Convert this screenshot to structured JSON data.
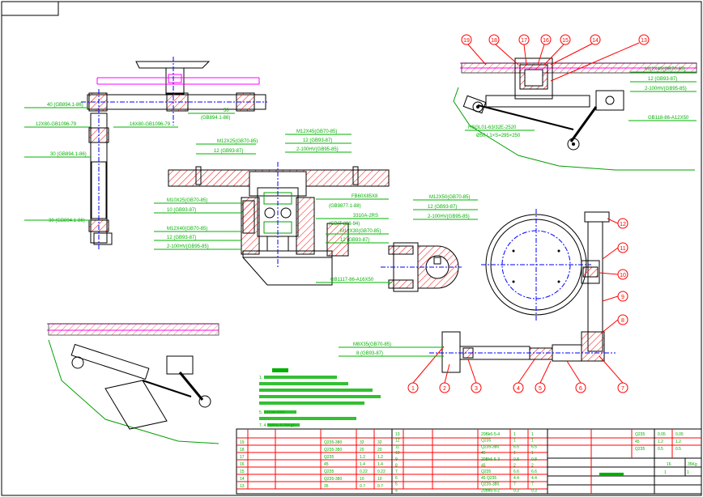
{
  "callouts": {
    "c1": "1",
    "c2": "2",
    "c3": "3",
    "c4": "4",
    "c5": "5",
    "c6": "6",
    "c7": "7",
    "c8": "8",
    "c9": "9",
    "c10": "10",
    "c11": "11",
    "c12": "12",
    "c13": "13",
    "c14": "14",
    "c15": "15",
    "c16": "16",
    "c17": "17",
    "c18": "18",
    "c19": "19"
  },
  "labels": {
    "l_left_40": "40 (GB894.1-86)",
    "l_left_12x80": "12X80-GB1096-79",
    "l_left_16x80": "16X80-GB1096-79",
    "l_left_50": "50",
    "l_left_50b": "(GB894.1-86)",
    "l_left_30a": "30 (GB894.1-86)",
    "l_left_30b": "30 (GB894.1-86)",
    "l_c_m12x25": "M12X25(GB70-85)",
    "l_c_12": "12 (GB93-87)",
    "l_c_m12x45": "M12X45(GB70-85)",
    "l_c_12b": "12 (GB93-87)",
    "l_c_200hv": "2-100HV(GB95-85)",
    "l_c_m10x25": "M10X25(GB70-85)",
    "l_c_10": "10 (GB93-87)",
    "l_c_m12x40": "M12X40(GB70-85)",
    "l_c_12c": "12 (GB93-87)",
    "l_c_200hv2": "2-100HV(GB95-85)",
    "l_c_fb": "FB60X85X8",
    "l_c_gb9877": "(GB9877.1-88)",
    "l_c_3310": "3310A-2RS",
    "l_c_gbt296": "(GB/T 296-94)",
    "l_c_m12x30": "M12X30(GB70-85)",
    "l_c_12d": "12 (GB93-87)",
    "l_c_m12x50": "M12X50(GB70-85)",
    "l_c_12e": "12 (GB93-87)",
    "l_c_200hv3": "2-100HV(GB95-85)",
    "l_c_gb1117": "GB1117-86-A16X50",
    "l_r_m12x45": "M12X45(GB70-85)",
    "l_r_12": "12 (GB93-87)",
    "l_r_200hv": "2-100HV(GB95-85)",
    "l_r_gb118": "GB118-86-A12X50",
    "l_r_hsg": "HSGL01-63/32E-2520",
    "l_r_l1": "Ø50 L1×S=295×250",
    "l_b_m8x35": "M8X35(GB70-85)",
    "l_b_8": "8 (GB93-87)"
  },
  "notes": {
    "n1": "1.",
    "n5": "5.                       3310A-2RS",
    "n7": "7.               4.7MPa,              6.75KgF."
  },
  "title_block": {
    "tb_16": "16",
    "tb_weight": "35Kg",
    "tb_one": "1",
    "tb_one_b": "1"
  },
  "table_right": [
    [
      "13",
      "",
      "20Bk6-5-4",
      "1",
      "1"
    ],
    [
      "12",
      "",
      "Q235",
      "1",
      "1"
    ],
    [
      "11",
      "",
      "Q235-380",
      "6.5",
      "6.5"
    ],
    [
      "10",
      "",
      "45",
      "1",
      "1"
    ],
    [
      "9",
      "",
      "20Bk6-5-3",
      "0.8",
      "0.8"
    ],
    [
      "8",
      "",
      "45",
      "2",
      "2"
    ],
    [
      "7",
      "",
      "Q235",
      "6.6",
      "6.6"
    ],
    [
      "6",
      "",
      "45 Q235",
      "4.4",
      "4.4"
    ],
    [
      "5",
      "",
      "Q235-380",
      "7",
      "7"
    ],
    [
      "4",
      "",
      "20Bk6-5-2",
      "0.3",
      "0.3"
    ]
  ],
  "table_left": [
    [
      "19",
      "",
      "Q235-380",
      "32",
      "32"
    ],
    [
      "18",
      "",
      "Q235-380",
      "20",
      "20"
    ],
    [
      "17",
      "",
      "Q235",
      "1.2",
      "1.2"
    ],
    [
      "16",
      "",
      "45",
      "1.4",
      "1.4"
    ],
    [
      "15",
      "",
      "Q235",
      "0.22",
      "0.22"
    ],
    [
      "14",
      "",
      "Q235-380",
      "10",
      "10"
    ],
    [
      "13",
      "",
      "35",
      "0.7",
      "0.7"
    ]
  ],
  "table_far": [
    [
      "Q235",
      "0.05",
      "0.05"
    ],
    [
      "45",
      "1.2",
      "1.2"
    ],
    [
      "Q235",
      "0.5",
      "0.5"
    ]
  ],
  "colors": {
    "outline": "#000000",
    "label": "#00c800",
    "hatch": "#ff0000",
    "center": "#ff00ff",
    "dim": "#0000ff",
    "detail": "#ff00ff",
    "cyan": "#00c8c8"
  }
}
